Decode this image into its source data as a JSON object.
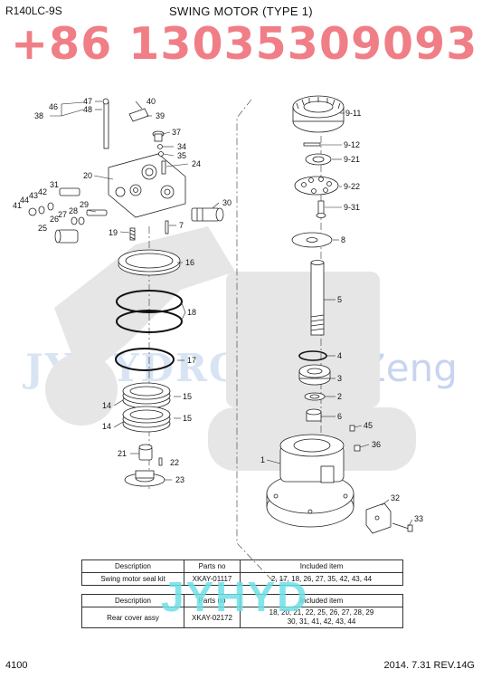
{
  "header": {
    "model": "R140LC-9S",
    "title": "SWING MOTOR (TYPE 1)"
  },
  "watermarks": {
    "phone": "+86 13035309093",
    "left": "JYHYDROS",
    "right": "Zeng",
    "bottom": "JYHYD"
  },
  "callouts": [
    "47",
    "46",
    "48",
    "38",
    "40",
    "39",
    "37",
    "34",
    "35",
    "24",
    "20",
    "31",
    "42",
    "43",
    "44",
    "41",
    "27",
    "26",
    "28",
    "29",
    "30",
    "25",
    "19",
    "7",
    "16",
    "18",
    "17",
    "14",
    "15",
    "15",
    "14",
    "21",
    "22",
    "23",
    "9-11",
    "9-12",
    "9-21",
    "9-22",
    "9-31",
    "8",
    "5",
    "4",
    "3",
    "2",
    "6",
    "45",
    "36",
    "1",
    "32",
    "33"
  ],
  "tables": [
    {
      "headers": [
        "Description",
        "Parts no",
        "Included item"
      ],
      "row": [
        "Swing motor seal kit",
        "XKAY-01117",
        "2, 17, 18, 26, 27, 35, 42, 43, 44"
      ]
    },
    {
      "headers": [
        "Description",
        "Parts no",
        "Included item"
      ],
      "row": [
        "Rear cover assy",
        "XKAY-02172",
        "18, 20, 21, 22, 25, 26, 27, 28, 29",
        "30, 31, 41, 42, 43, 44"
      ]
    }
  ],
  "footer": {
    "page": "4100",
    "revision": "2014. 7.31  REV.14G"
  }
}
